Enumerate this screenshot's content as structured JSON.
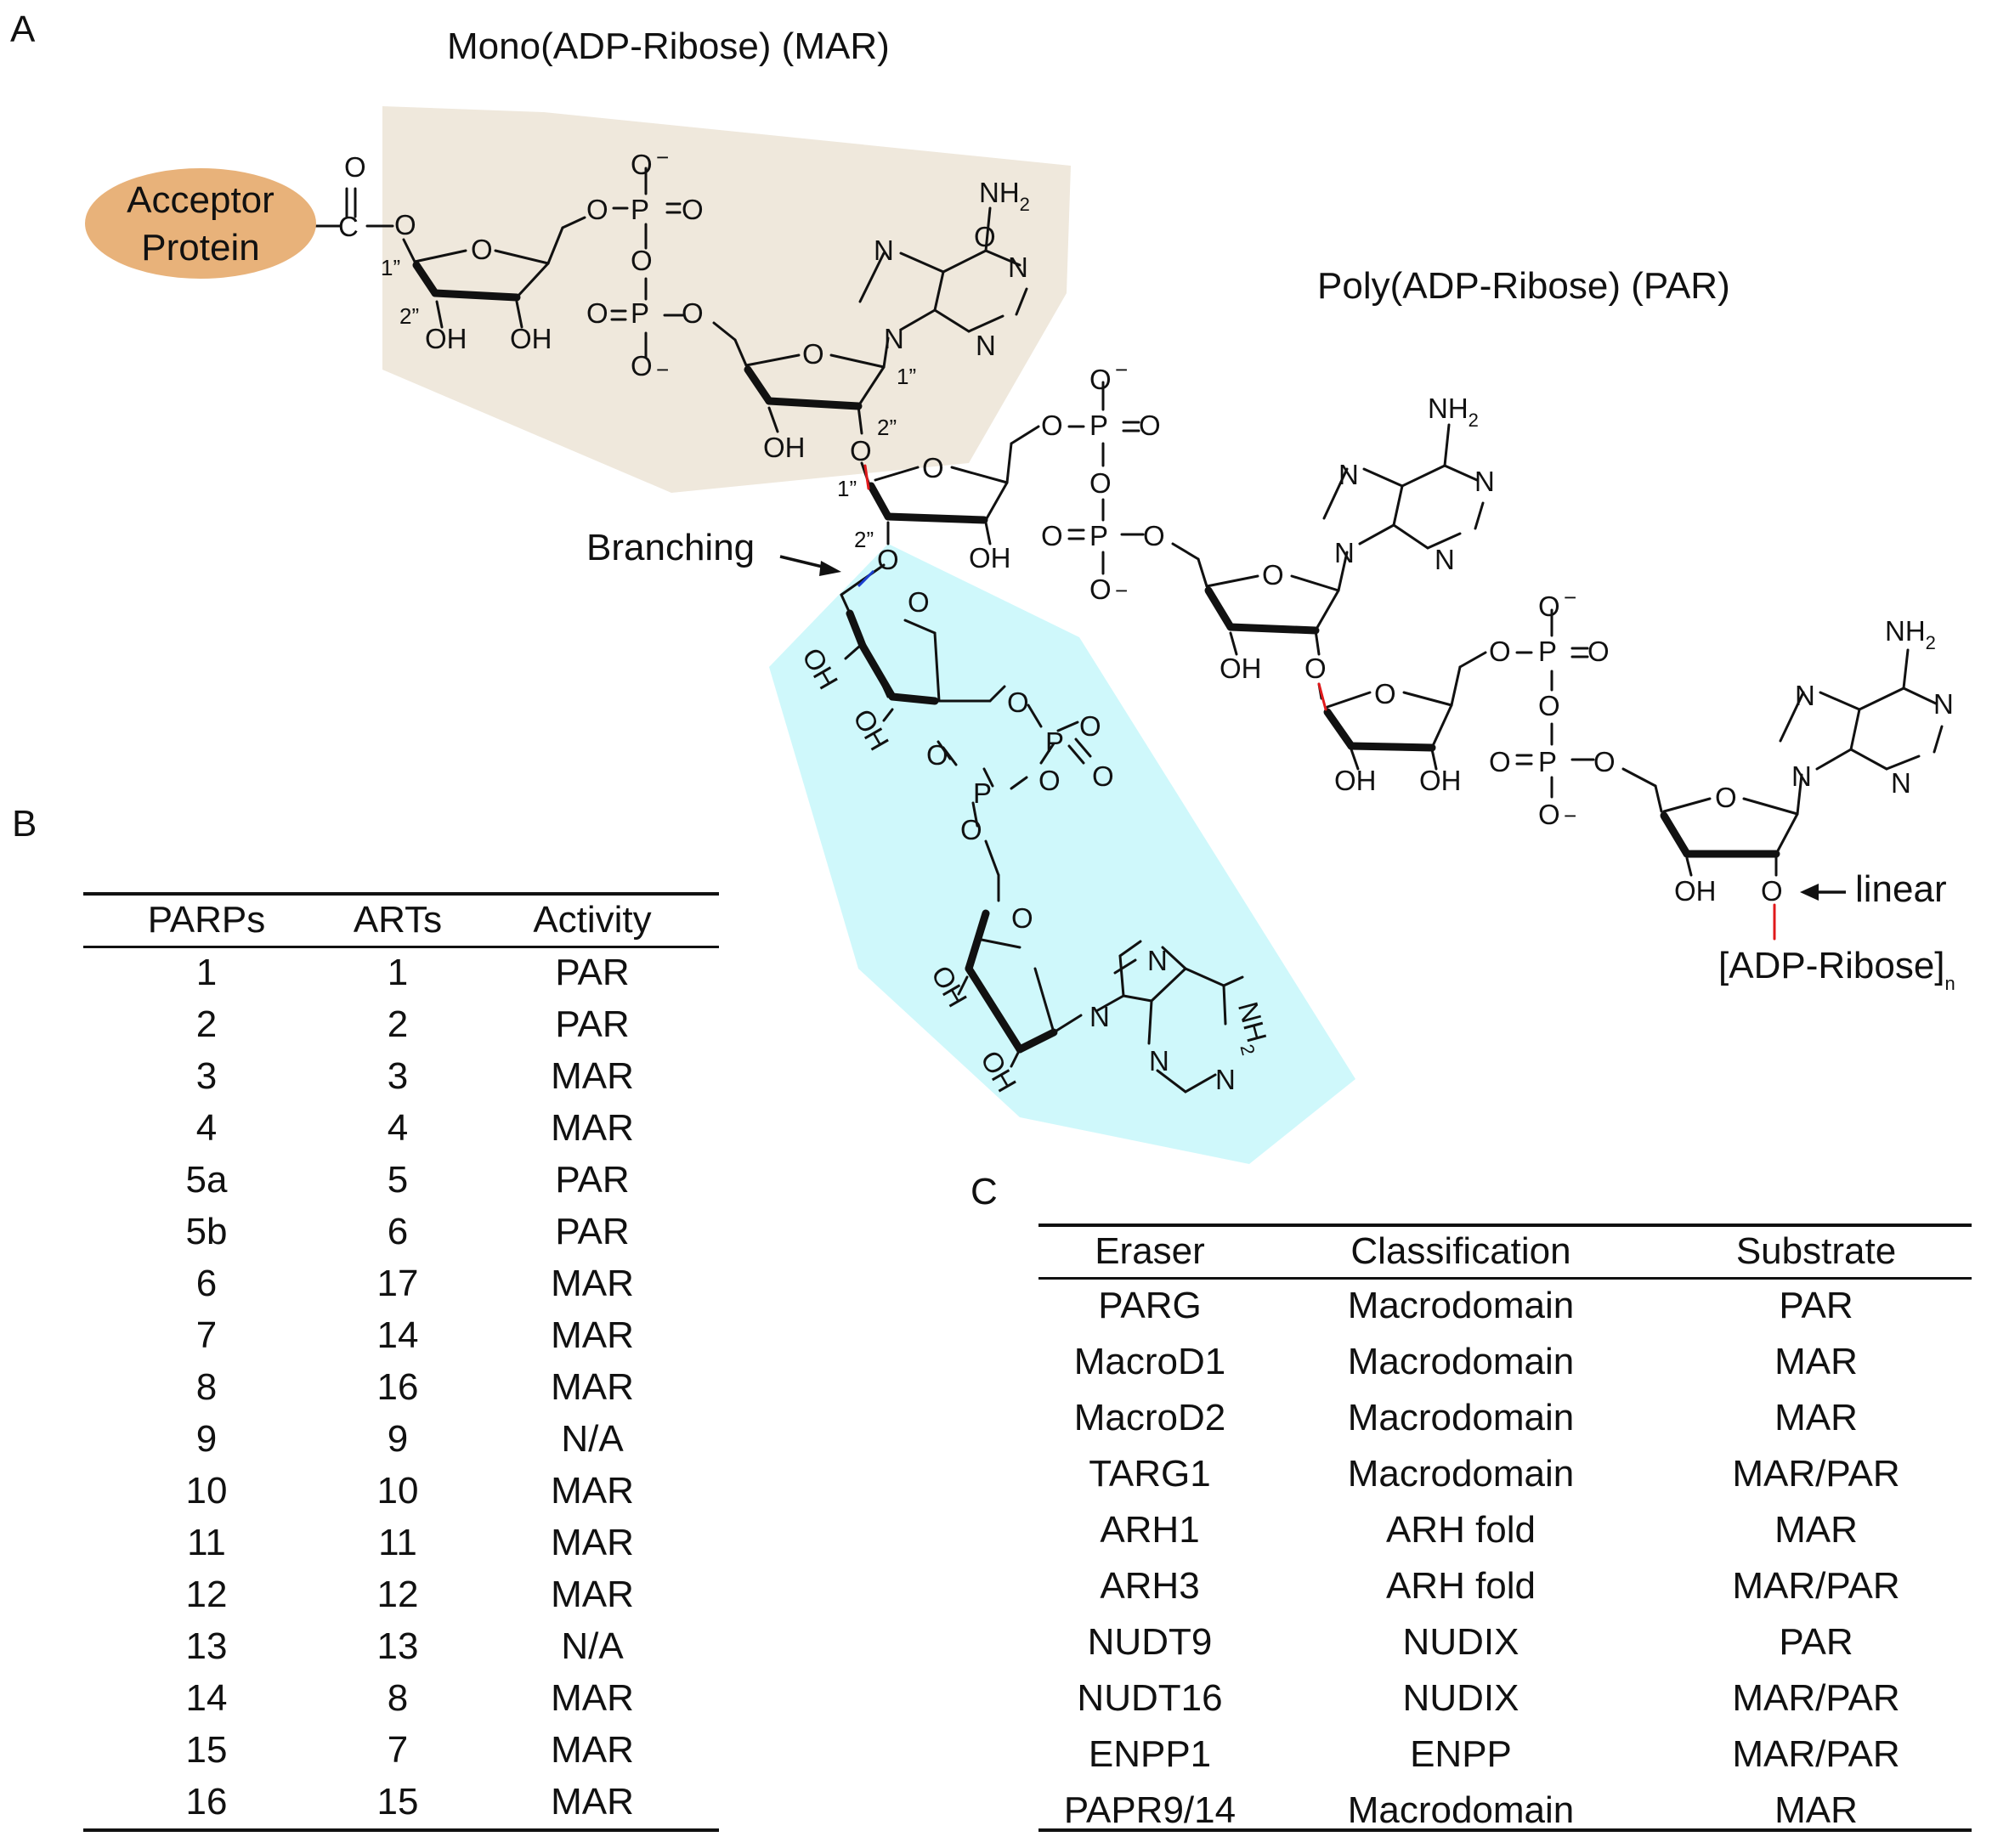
{
  "panels": {
    "a": "A",
    "b": "B",
    "c": "C"
  },
  "headings": {
    "mar": "Mono(ADP-Ribose) (MAR)",
    "par": "Poly(ADP-Ribose) (PAR)"
  },
  "protein": {
    "line1": "Acceptor",
    "line2": "Protein"
  },
  "annotations": {
    "branching": "Branching",
    "linear": "linear",
    "repeat": "[ADP-Ribose]",
    "repeat_sub": "n"
  },
  "atoms": {
    "O": "O",
    "OH": "OH",
    "N": "N",
    "C": "C",
    "P": "P",
    "NH2": "NH",
    "sub2": "2",
    "minus": "−",
    "c1": "1”",
    "c2": "2”",
    "eq": "="
  },
  "colors": {
    "mar_region": "#efe8dc",
    "branch_region": "#cff8fb",
    "protein": "#e8b27a",
    "linear_bond": "#e0191b",
    "branch_bond": "#1c3fd0"
  },
  "table_b": {
    "headers": [
      "PARPs",
      "ARTs",
      "Activity"
    ],
    "rows": [
      [
        "1",
        "1",
        "PAR"
      ],
      [
        "2",
        "2",
        "PAR"
      ],
      [
        "3",
        "3",
        "MAR"
      ],
      [
        "4",
        "4",
        "MAR"
      ],
      [
        "5a",
        "5",
        "PAR"
      ],
      [
        "5b",
        "6",
        "PAR"
      ],
      [
        "6",
        "17",
        "MAR"
      ],
      [
        "7",
        "14",
        "MAR"
      ],
      [
        "8",
        "16",
        "MAR"
      ],
      [
        "9",
        "9",
        "N/A"
      ],
      [
        "10",
        "10",
        "MAR"
      ],
      [
        "11",
        "11",
        "MAR"
      ],
      [
        "12",
        "12",
        "MAR"
      ],
      [
        "13",
        "13",
        "N/A"
      ],
      [
        "14",
        "8",
        "MAR"
      ],
      [
        "15",
        "7",
        "MAR"
      ],
      [
        "16",
        "15",
        "MAR"
      ]
    ]
  },
  "table_c": {
    "headers": [
      "Eraser",
      "Classification",
      "Substrate"
    ],
    "rows": [
      [
        "PARG",
        "Macrodomain",
        "PAR"
      ],
      [
        "MacroD1",
        "Macrodomain",
        "MAR"
      ],
      [
        "MacroD2",
        "Macrodomain",
        "MAR"
      ],
      [
        "TARG1",
        "Macrodomain",
        "MAR/PAR"
      ],
      [
        "ARH1",
        "ARH fold",
        "MAR"
      ],
      [
        "ARH3",
        "ARH fold",
        "MAR/PAR"
      ],
      [
        "NUDT9",
        "NUDIX",
        "PAR"
      ],
      [
        "NUDT16",
        "NUDIX",
        "MAR/PAR"
      ],
      [
        "ENPP1",
        "ENPP",
        "MAR/PAR"
      ],
      [
        "PAPR9/14",
        "Macrodomain",
        "MAR"
      ]
    ]
  }
}
